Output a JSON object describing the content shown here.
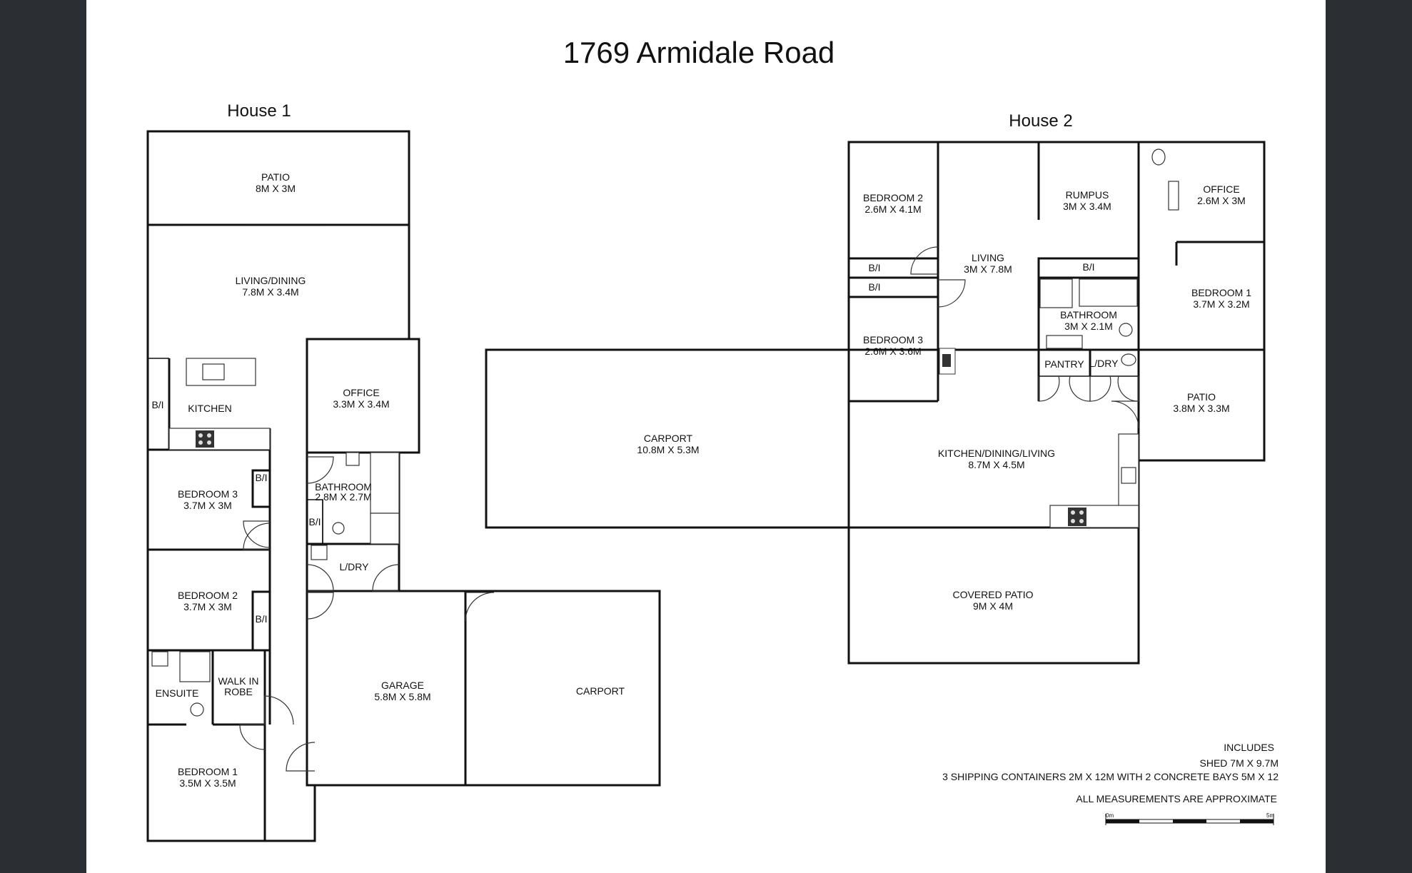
{
  "plan": {
    "title": "1769 Armidale Road",
    "house1": {
      "heading": "House 1",
      "rooms": {
        "patio": {
          "name": "PATIO",
          "size": "8M X 3M"
        },
        "living_dining": {
          "name": "LIVING/DINING",
          "size": "7.8M X 3.4M"
        },
        "kitchen": {
          "name": "KITCHEN"
        },
        "office": {
          "name": "OFFICE",
          "size": "3.3M X 3.4M"
        },
        "bathroom": {
          "name": "BATHROOM",
          "size": "2.8M X 2.7M"
        },
        "bedroom3": {
          "name": "BEDROOM 3",
          "size": "3.7M X 3M"
        },
        "bedroom2": {
          "name": "BEDROOM 2",
          "size": "3.7M X 3M"
        },
        "laundry": {
          "name": "L/DRY"
        },
        "ensuite": {
          "name": "ENSUITE"
        },
        "walk_in_robe": {
          "line1": "WALK IN",
          "line2": "ROBE"
        },
        "bedroom1": {
          "name": "BEDROOM 1",
          "size": "3.5M X 3.5M"
        },
        "garage": {
          "name": "GARAGE",
          "size": "5.8M X 5.8M"
        },
        "carport": {
          "name": "CARPORT"
        },
        "bi": "B/I"
      }
    },
    "house2": {
      "heading": "House 2",
      "rooms": {
        "bedroom2": {
          "name": "BEDROOM 2",
          "size": "2.6M X 4.1M"
        },
        "living": {
          "name": "LIVING",
          "size": "3M X 7.8M"
        },
        "rumpus": {
          "name": "RUMPUS",
          "size": "3M X 3.4M"
        },
        "office": {
          "name": "OFFICE",
          "size": "2.6M X 3M"
        },
        "bedroom1": {
          "name": "BEDROOM 1",
          "size": "3.7M X 3.2M"
        },
        "bathroom": {
          "name": "BATHROOM",
          "size": "3M X 2.1M"
        },
        "bedroom3": {
          "name": "BEDROOM 3",
          "size": "2.6M X 3.6M"
        },
        "pantry": {
          "name": "PANTRY"
        },
        "laundry": {
          "name": "L/DRY"
        },
        "patio": {
          "name": "PATIO",
          "size": "3.8M X 3.3M"
        },
        "kitchen_dining_living": {
          "name": "KITCHEN/DINING/LIVING",
          "size": "8.7M X 4.5M"
        },
        "carport": {
          "name": "CARPORT",
          "size": "10.8M X 5.3M"
        },
        "covered_patio": {
          "name": "COVERED PATIO",
          "size": "9M X 4M"
        },
        "bi": "B/I"
      }
    },
    "notes": {
      "includes": "INCLUDES",
      "shed": "SHED 7M X 9.7M",
      "containers": "3 SHIPPING CONTAINERS 2M X 12M WITH 2 CONCRETE BAYS 5M X 12",
      "approx": "ALL MEASUREMENTS ARE APPROXIMATE"
    },
    "scale": {
      "start": "0m",
      "end": "5m"
    }
  },
  "colors": {
    "background": "#2b2f33",
    "sheet": "#ffffff",
    "lines": "#111111"
  }
}
